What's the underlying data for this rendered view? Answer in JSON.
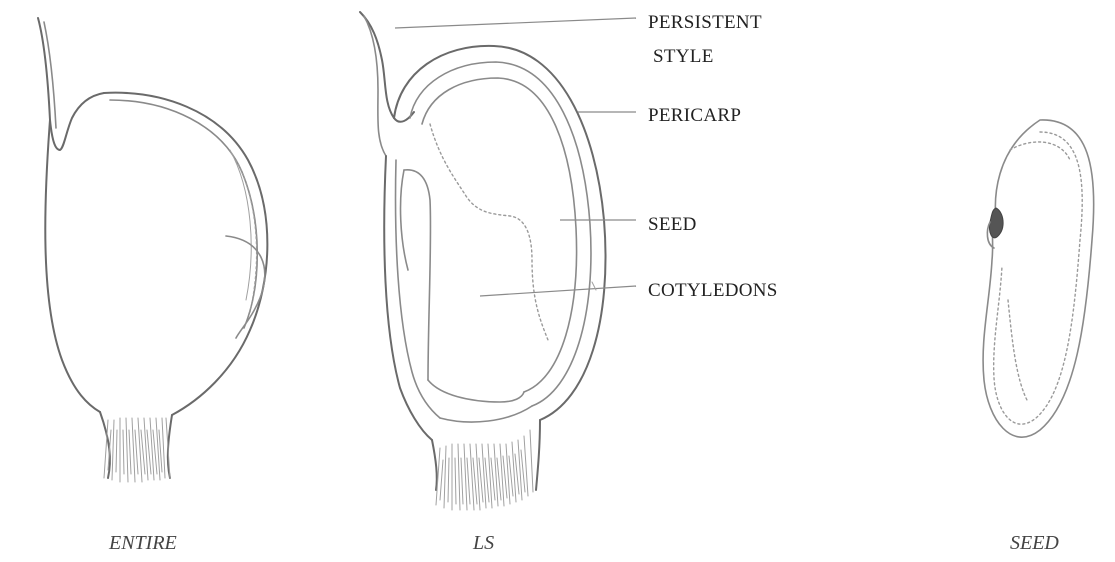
{
  "labels": {
    "persistent_style_line1": "PERSISTENT",
    "persistent_style_line2": "STYLE",
    "pericarp": "PERICARP",
    "seed": "SEED",
    "cotyledons": "COTYLEDONS"
  },
  "captions": {
    "entire": "ENTIRE",
    "ls": "LS",
    "seed": "SEED"
  }
}
